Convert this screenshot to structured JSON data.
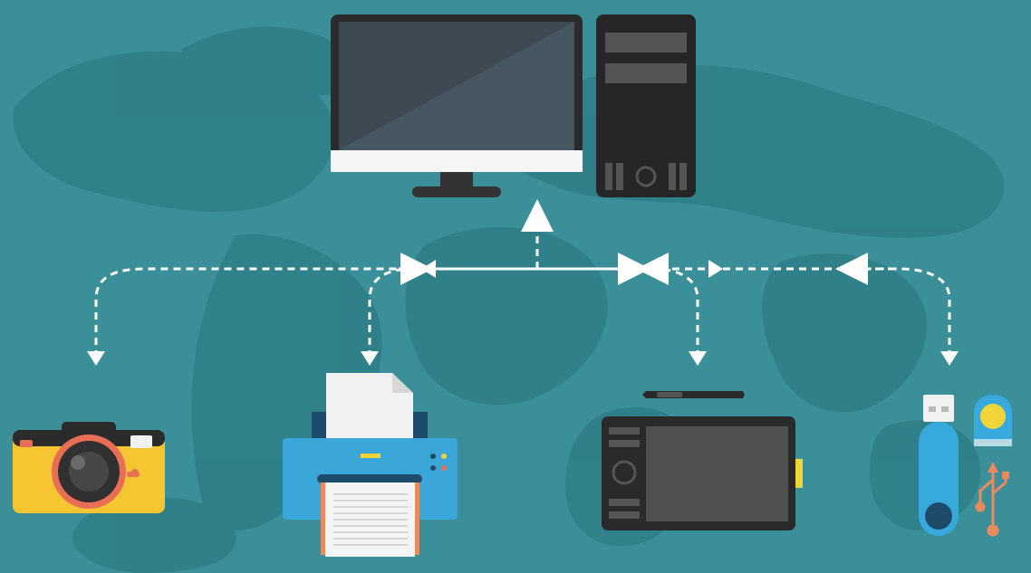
{
  "scene": {
    "background_color": "#3b8f98",
    "map_color": "#2f7f88",
    "connector_color": "#ffffff",
    "devices": [
      {
        "id": "computer",
        "icon": "desktop-computer-icon"
      },
      {
        "id": "camera",
        "icon": "camera-icon"
      },
      {
        "id": "printer",
        "icon": "printer-icon"
      },
      {
        "id": "tablet",
        "icon": "graphics-tablet-icon"
      },
      {
        "id": "usb",
        "icon": "usb-drive-icon"
      }
    ],
    "colors": {
      "monitor_frame": "#2b2b2b",
      "monitor_screen": "#3e4a53",
      "monitor_screen_light": "#475761",
      "tower": "#262626",
      "tower_slots": "#555555",
      "camera_body": "#f7c531",
      "camera_accent": "#e86f55",
      "printer_body": "#3aa7d8",
      "printer_top": "#1f4b6a",
      "paper": "#f4f4f4",
      "tablet": "#2a2a2a",
      "tablet_screen": "#505050",
      "tablet_side_tab": "#f1d43a",
      "usb_body": "#38a9dc",
      "usb_cap": "#f1f1f1",
      "usb_symbol": "#e98b5e"
    }
  }
}
